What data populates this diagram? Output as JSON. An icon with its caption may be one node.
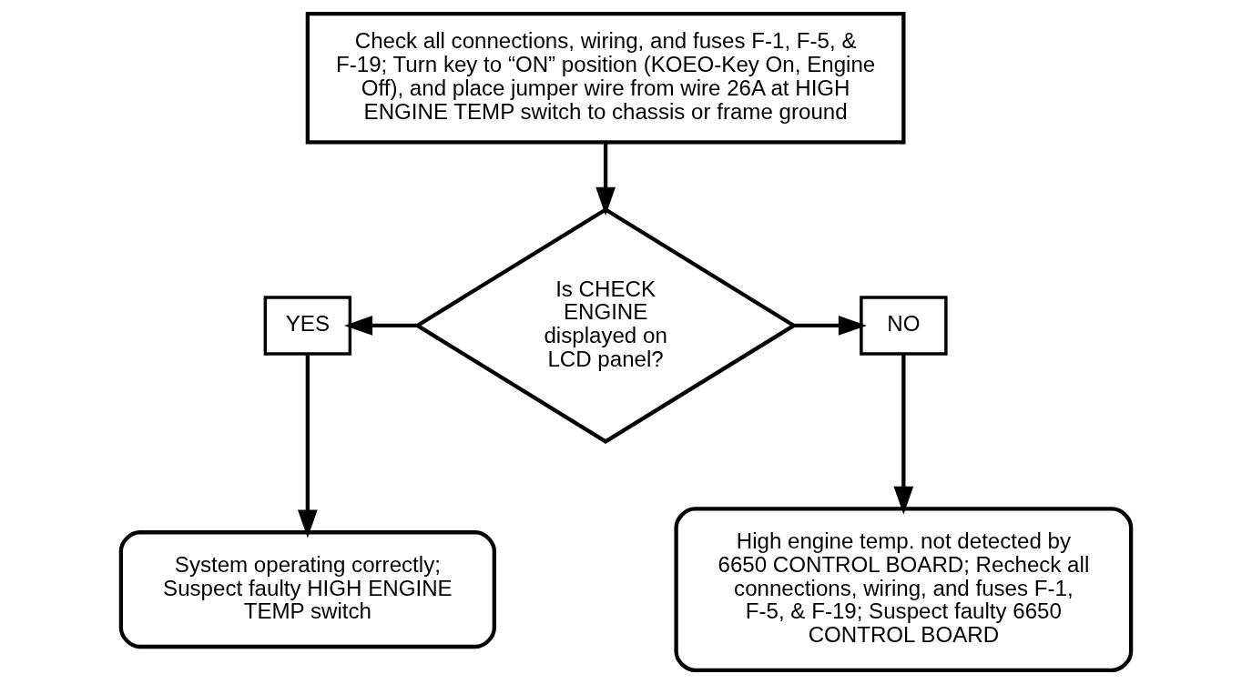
{
  "diagram": {
    "nodes": [
      {
        "text": [
          "Check all connections, wiring, and fuses F-1, F-5, & F-19; Turn key to “ON” position (KOEO-Key On, Engine Off), and place jumper wire from wire 26A at HIGH ENGINE TEMP switch to chassis or frame ground"
        ]
      },
      {
        "text": [
          "Is CHECK ENGINE displayed on LCD panel?"
        ]
      },
      {
        "text": [
          "YES"
        ]
      },
      {
        "text": [
          "NO"
        ]
      },
      {
        "text": [
          "System operating correctly; Suspect faulty HIGH ENGINE TEMP switch"
        ]
      },
      {
        "text": [
          "High engine temp. not detected by 6650 CONTROL BOARD; Recheck all connections, wiring, and fuses F-1, F-5, & F-19; Suspect faulty 6650 CONTROL BOARD"
        ]
      }
    ],
    "edges": [
      {
        "from": 0,
        "to": 1,
        "arrow": "to"
      },
      {
        "from": 1,
        "to": 2,
        "arrow": "to"
      },
      {
        "from": 2,
        "to": 4,
        "arrow": "to"
      },
      {
        "from": 1,
        "to": 3,
        "arrow": "to"
      },
      {
        "from": 3,
        "to": 5,
        "arrow": "to"
      }
    ]
  }
}
